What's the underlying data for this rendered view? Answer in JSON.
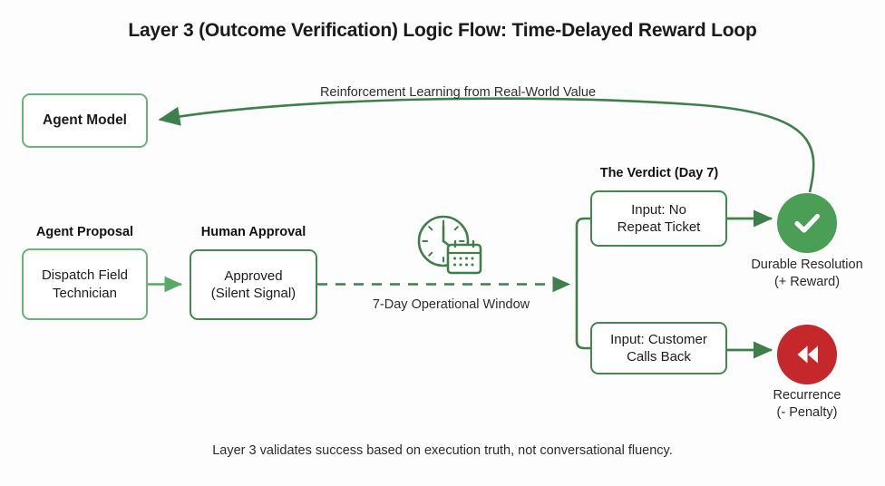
{
  "title": "Layer 3 (Outcome Verification) Logic Flow: Time-Delayed Reward Loop",
  "footer": "Layer 3 validates success based on execution truth, not conversational fluency.",
  "colors": {
    "border_light_green": "#6cb377",
    "border_dark_green": "#44874f",
    "connector_green": "#3f7f4b",
    "success_green": "#4a9e55",
    "failure_red": "#c4282b",
    "text_dark": "#1c1c1c",
    "background": "#fdfdfd"
  },
  "nodes": {
    "agent_model": {
      "label": "Agent Model"
    },
    "dispatch": {
      "line1": "Dispatch Field",
      "line2": "Technician"
    },
    "approved": {
      "line1": "Approved",
      "line2": "(Silent Signal)"
    },
    "verdict_top": {
      "line1": "Input: No",
      "line2": "Repeat Ticket"
    },
    "verdict_bottom": {
      "line1": "Input: Customer",
      "line2": "Calls Back"
    }
  },
  "captions": {
    "agent_proposal": "Agent Proposal",
    "human_approval": "Human Approval",
    "verdict": "The Verdict (Day 7)"
  },
  "edge_labels": {
    "reinforcement": "Reinforcement Learning from Real-World Value",
    "window": "7-Day Operational Window"
  },
  "outcomes": {
    "success": {
      "icon": "check-icon",
      "line1": "Durable Resolution",
      "line2": "(+ Reward)"
    },
    "failure": {
      "icon": "rewind-icon",
      "line1": "Recurrence",
      "line2": "(- Penalty)"
    }
  },
  "icons": {
    "timer": "clock-calendar-icon"
  }
}
